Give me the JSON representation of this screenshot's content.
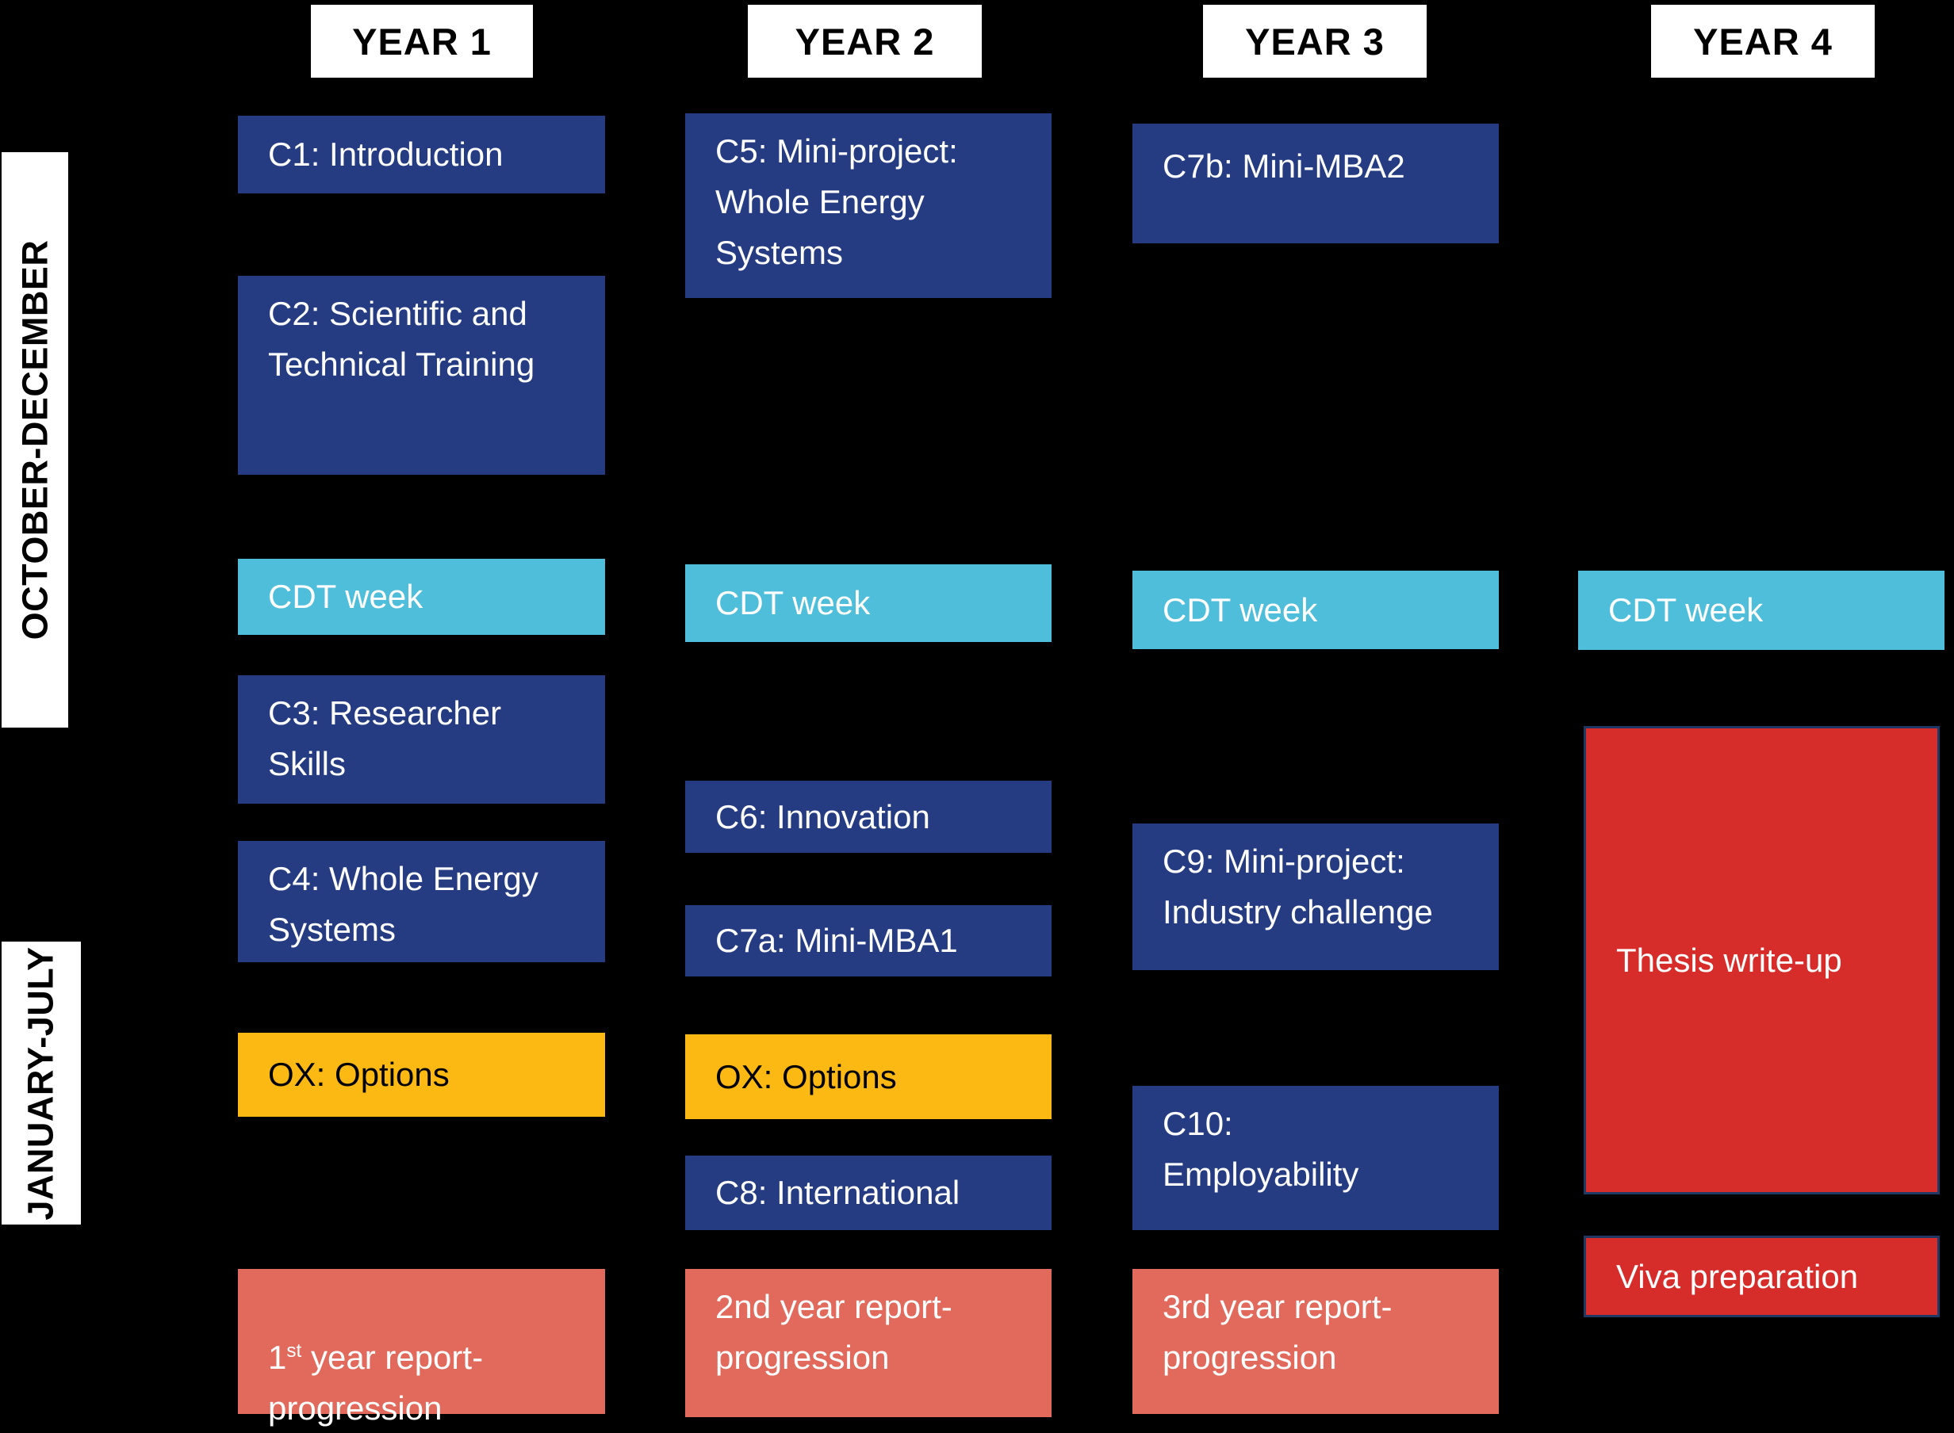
{
  "title_row": {
    "year1": "YEAR 1",
    "year2": "YEAR 2",
    "year3": "YEAR 3",
    "year4": "YEAR 4"
  },
  "row_labels": {
    "oct_dec": "OCTOBER-DECEMBER",
    "jan_jul": "JANUARY-JULY"
  },
  "colors": {
    "course": "#253B82",
    "cdt_week": "#4FBEDB",
    "options": "#FDB913",
    "report": "#E16A5C",
    "milestone": "#D62D2B",
    "milestone_border": "#1F3864"
  },
  "boxes": {
    "c1": "C1: Introduction",
    "c2": "C2: Scientific and\nTechnical Training",
    "cdt1": "CDT week",
    "c3": "C3: Researcher\nSkills",
    "c4": "C4: Whole Energy\nSystems",
    "ox1": "OX: Options",
    "report1": {
      "num": "1",
      "sup": "st",
      "rest": " year report-",
      "line2": "progression"
    },
    "c5": "C5: Mini-project:\nWhole Energy\nSystems",
    "cdt2": "CDT week",
    "c6": "C6: Innovation",
    "c7a": "C7a: Mini-MBA1",
    "ox2": "OX: Options",
    "c8": "C8: International",
    "report2": "2nd year report-\nprogression",
    "c7b": "C7b: Mini-MBA2",
    "cdt3": "CDT week",
    "c9": "C9: Mini-project:\nIndustry challenge",
    "c10": "C10:\nEmployability",
    "report3": "3rd year report-\nprogression",
    "cdt4": "CDT week",
    "thesis": "Thesis write-up",
    "viva": "Viva preparation"
  }
}
